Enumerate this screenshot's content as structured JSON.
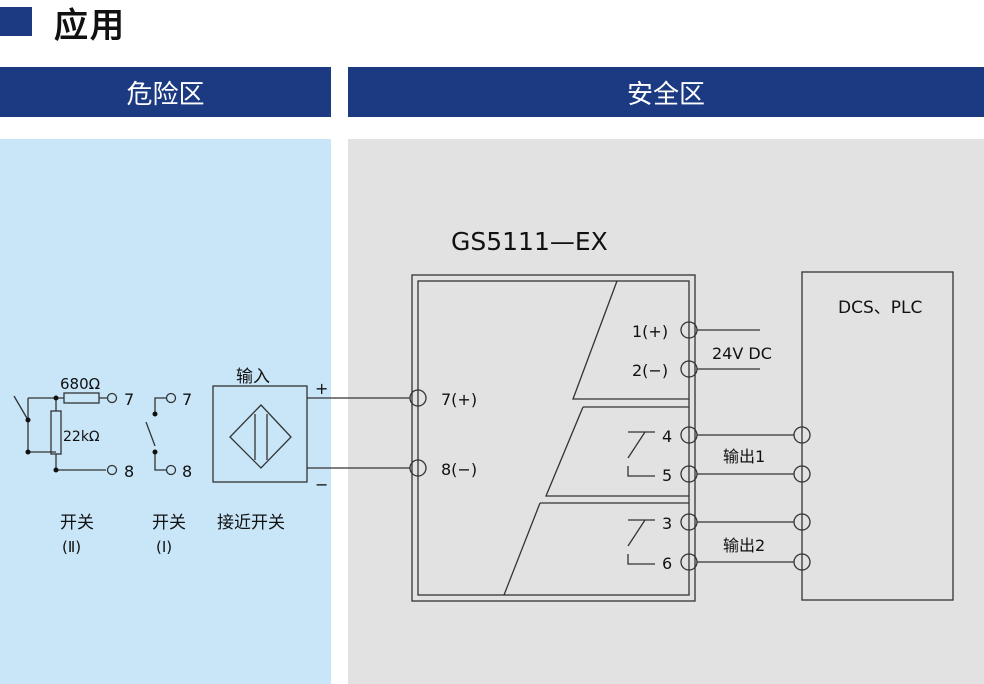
{
  "title": "应用",
  "colors": {
    "header_bg": "#1c3a82",
    "hazard_bg": "#c8e6f8",
    "safe_bg": "#e2e2e2",
    "accent": "#1c3a82",
    "line": "#333333"
  },
  "zones": {
    "hazard": "危险区",
    "safe": "安全区"
  },
  "device": {
    "model": "GS5111—EX",
    "terminals": {
      "t1": "1(+)",
      "t2": "2(−)",
      "t7": "7(+)",
      "t8": "8(−)",
      "t4": "4",
      "t5": "5",
      "t3": "3",
      "t6": "6"
    }
  },
  "power": {
    "label": "24V DC"
  },
  "dcs": {
    "label": "DCS、PLC"
  },
  "outputs": {
    "out1": "输出1",
    "out2": "输出2"
  },
  "sensor": {
    "label": "输入",
    "plus": "+",
    "minus": "−",
    "name": "接近开关"
  },
  "switch2": {
    "r1": "680Ω",
    "r2": "22kΩ",
    "t7": "7",
    "t8": "8",
    "name": "开关",
    "sub": "(Ⅱ)"
  },
  "switch1": {
    "t7": "7",
    "t8": "8",
    "name": "开关",
    "sub": "(Ⅰ)"
  }
}
